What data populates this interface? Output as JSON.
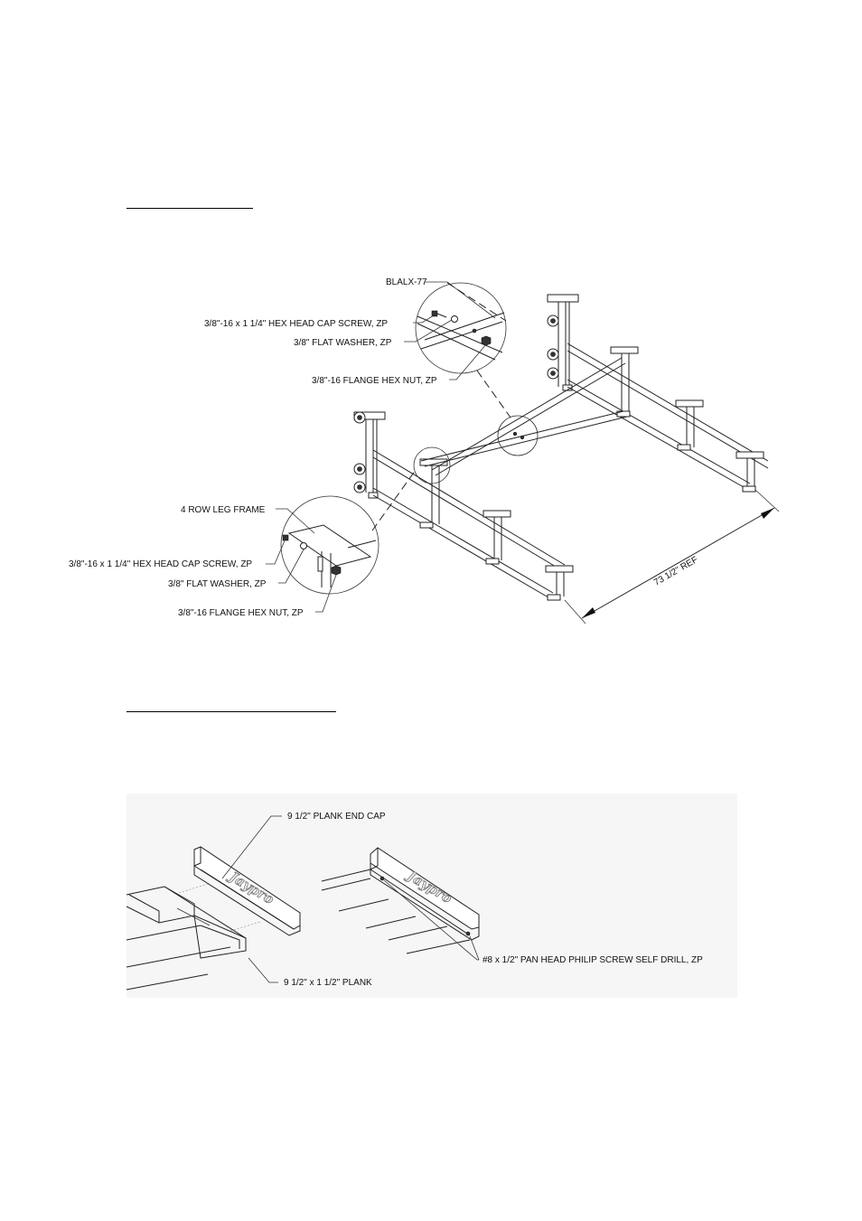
{
  "assembly_diagram": {
    "callouts": {
      "blalx": "BLALX-77",
      "cap_screw_top": "3/8\"-16 x 1 1/4\" HEX HEAD CAP SCREW, ZP",
      "washer_top": "3/8\" FLAT WASHER, ZP",
      "nut_top": "3/8\"-16 FLANGE HEX NUT, ZP",
      "leg_frame": "4 ROW LEG FRAME",
      "cap_screw_bottom": "3/8\"-16 x 1 1/4\" HEX HEAD CAP SCREW, ZP",
      "washer_bottom": "3/8\" FLAT WASHER, ZP",
      "nut_bottom": "3/8\"-16 FLANGE HEX NUT, ZP"
    },
    "dimension": "73 1/2\" REF"
  },
  "plank_diagram": {
    "callouts": {
      "end_cap": "9 1/2\" PLANK END CAP",
      "plank": "9 1/2\" x 1 1/2\" PLANK",
      "screw": "#8 x 1/2\" PAN HEAD PHILIP SCREW SELF DRILL, ZP"
    },
    "logo_text": "Jaypro"
  }
}
